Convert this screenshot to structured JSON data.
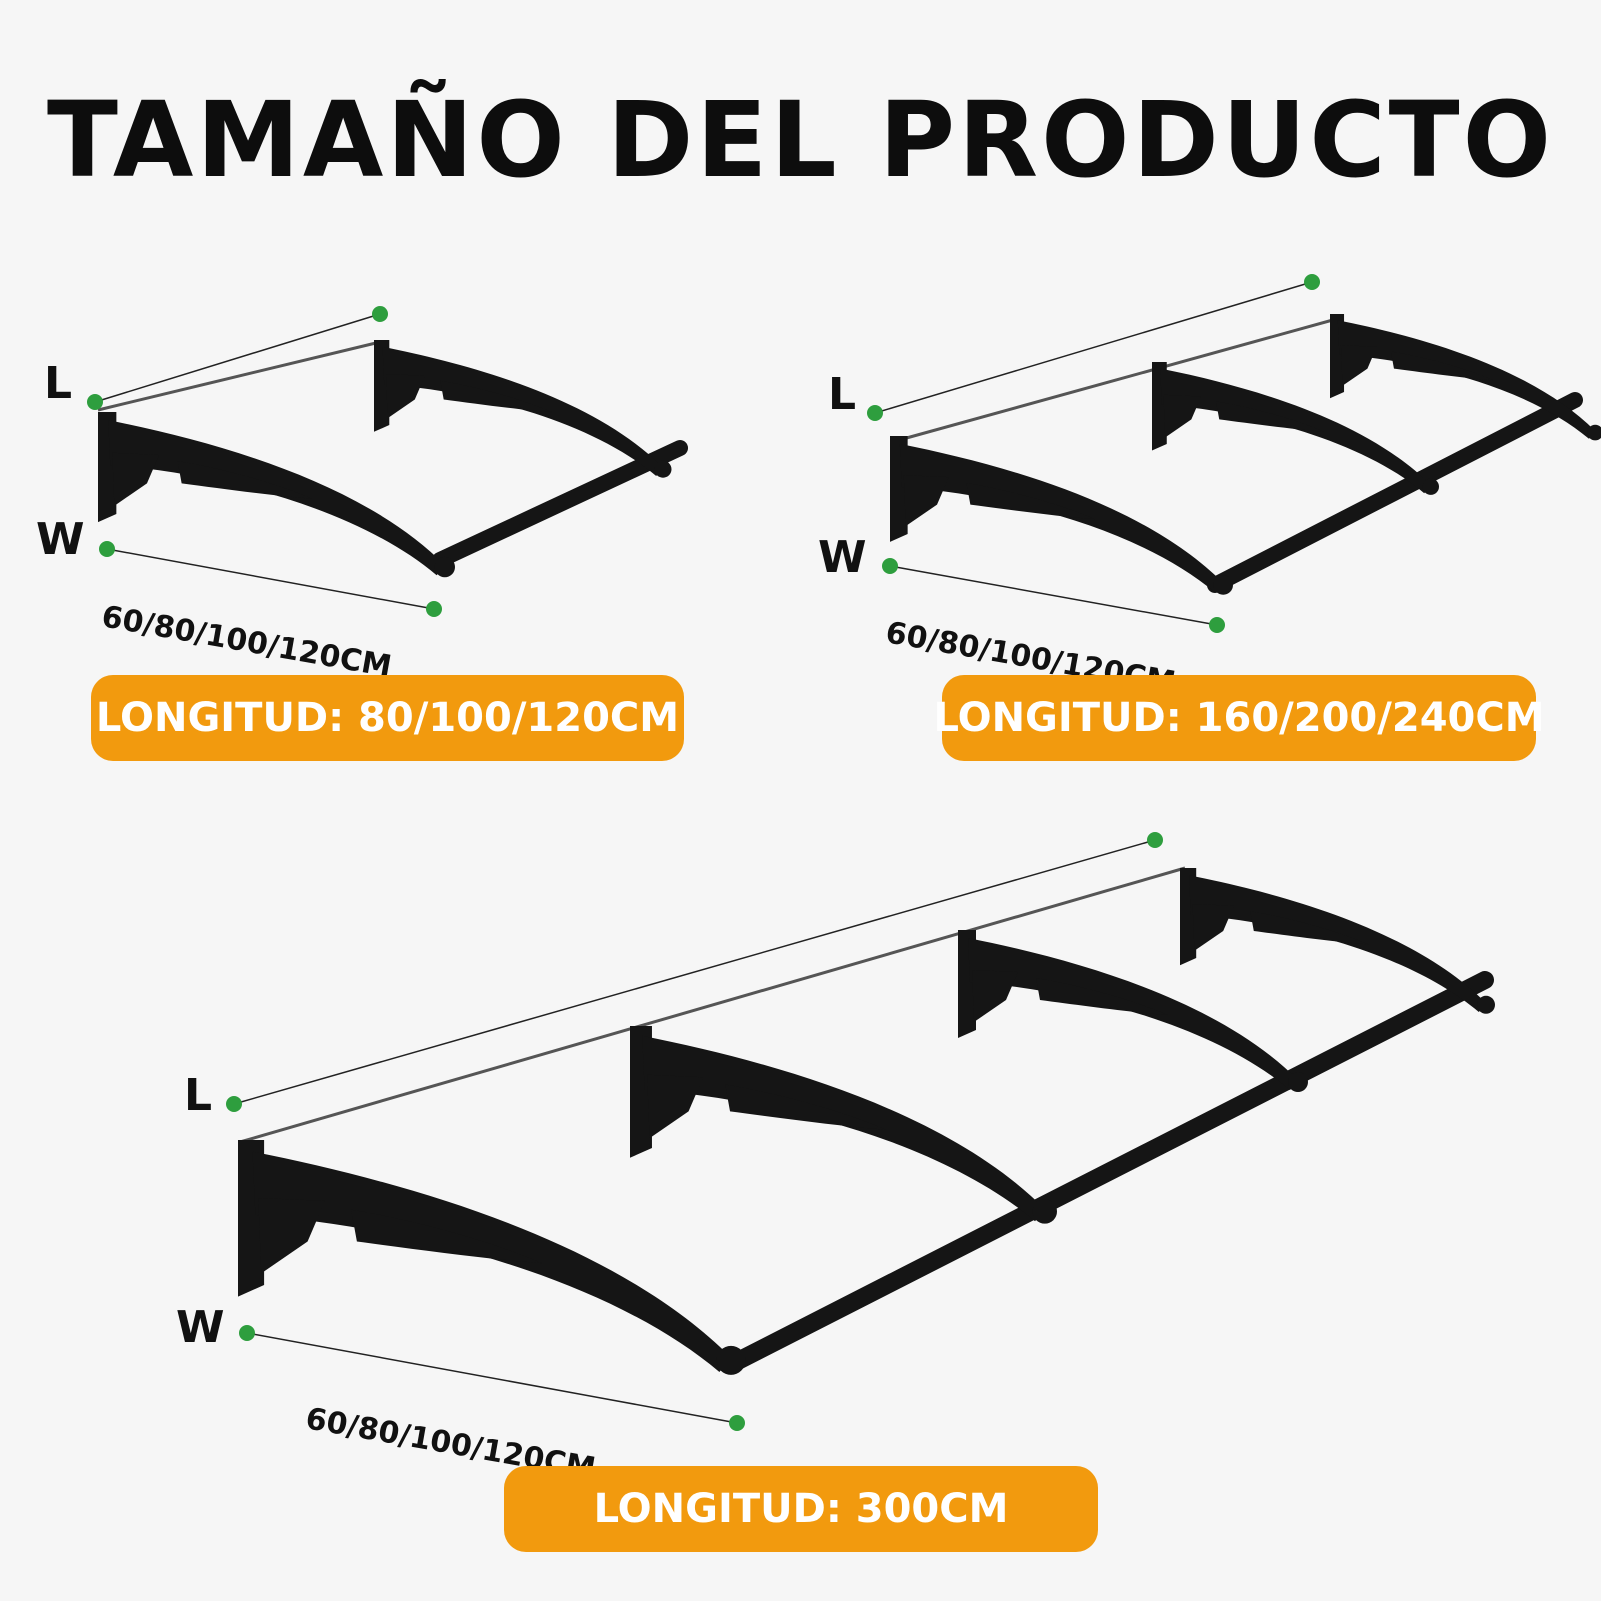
{
  "title": "TAMAÑO DEL PRODUCTO",
  "colors": {
    "badge": "#f29a0e",
    "marker": "#2e9e3e",
    "frame": "#151515"
  },
  "products": [
    {
      "length_label": "L",
      "width_label": "W",
      "width_dim": "60/80/100/120CM",
      "badge": "LONGITUD: 80/100/120CM",
      "brackets": 2
    },
    {
      "length_label": "L",
      "width_label": "W",
      "width_dim": "60/80/100/120CM",
      "badge": "LONGITUD: 160/200/240CM",
      "brackets": 3
    },
    {
      "length_label": "L",
      "width_label": "W",
      "width_dim": "60/80/100/120CM",
      "badge": "LONGITUD: 300CM",
      "brackets": 4
    }
  ]
}
